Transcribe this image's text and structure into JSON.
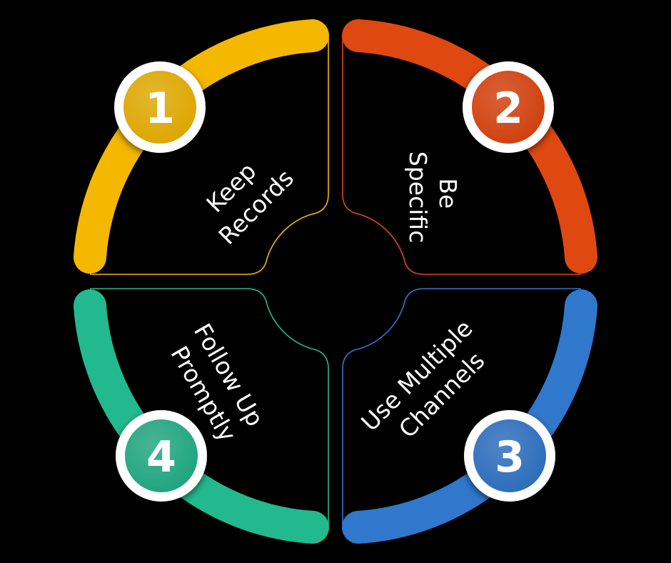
{
  "background": "#000000",
  "segments": [
    {
      "number": "1",
      "label_lines": [
        "Keep",
        "Records"
      ],
      "color": "#F5B800",
      "badge": "#DDA600"
    },
    {
      "number": "2",
      "label_lines": [
        "Be",
        "Specific"
      ],
      "color": "#E04812",
      "badge": "#D03F0C"
    },
    {
      "number": "3",
      "label_lines": [
        "Use Multiple",
        "Channels"
      ],
      "color": "#2F78CC",
      "badge": "#2B6CBB"
    },
    {
      "number": "4",
      "label_lines": [
        "Follow Up",
        "Promptly"
      ],
      "color": "#23B98E",
      "badge": "#1FA47E"
    }
  ]
}
